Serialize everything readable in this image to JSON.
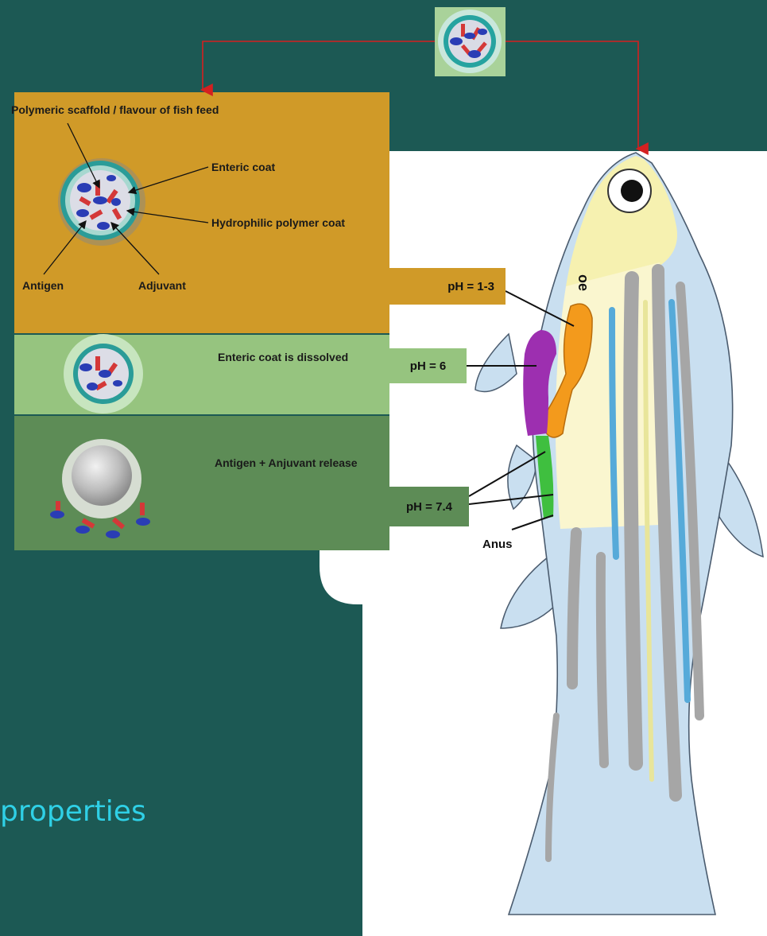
{
  "labels": {
    "scaffold": "Polymeric scaffold / flavour of fish feed",
    "enteric_coat": "Enteric coat",
    "hydrophilic_coat": "Hydrophilic polymer coat",
    "antigen": "Antigen",
    "adjuvant": "Adjuvant",
    "enteric_dissolved": "Enteric coat is dissolved",
    "release": "Antigen + Anjuvant release"
  },
  "ph": {
    "stomach": "pH = 1-3",
    "intestine": "pH = 6",
    "distal": "pH = 7.4"
  },
  "fish": {
    "oe_label": "oe",
    "anus_label": "Anus"
  },
  "slide": {
    "subtitle_fragment": "properties"
  },
  "colors": {
    "background": "#1c5954",
    "band_top": "#d09a28",
    "band_middle": "#96c47f",
    "band_bottom": "#5d8c56",
    "arrow": "#d42020",
    "subtitle_text": "#2fd0e6",
    "stomach": "#f39a1c",
    "intestine_purple": "#9d2fb0",
    "intestine_green": "#3fbf3f"
  }
}
